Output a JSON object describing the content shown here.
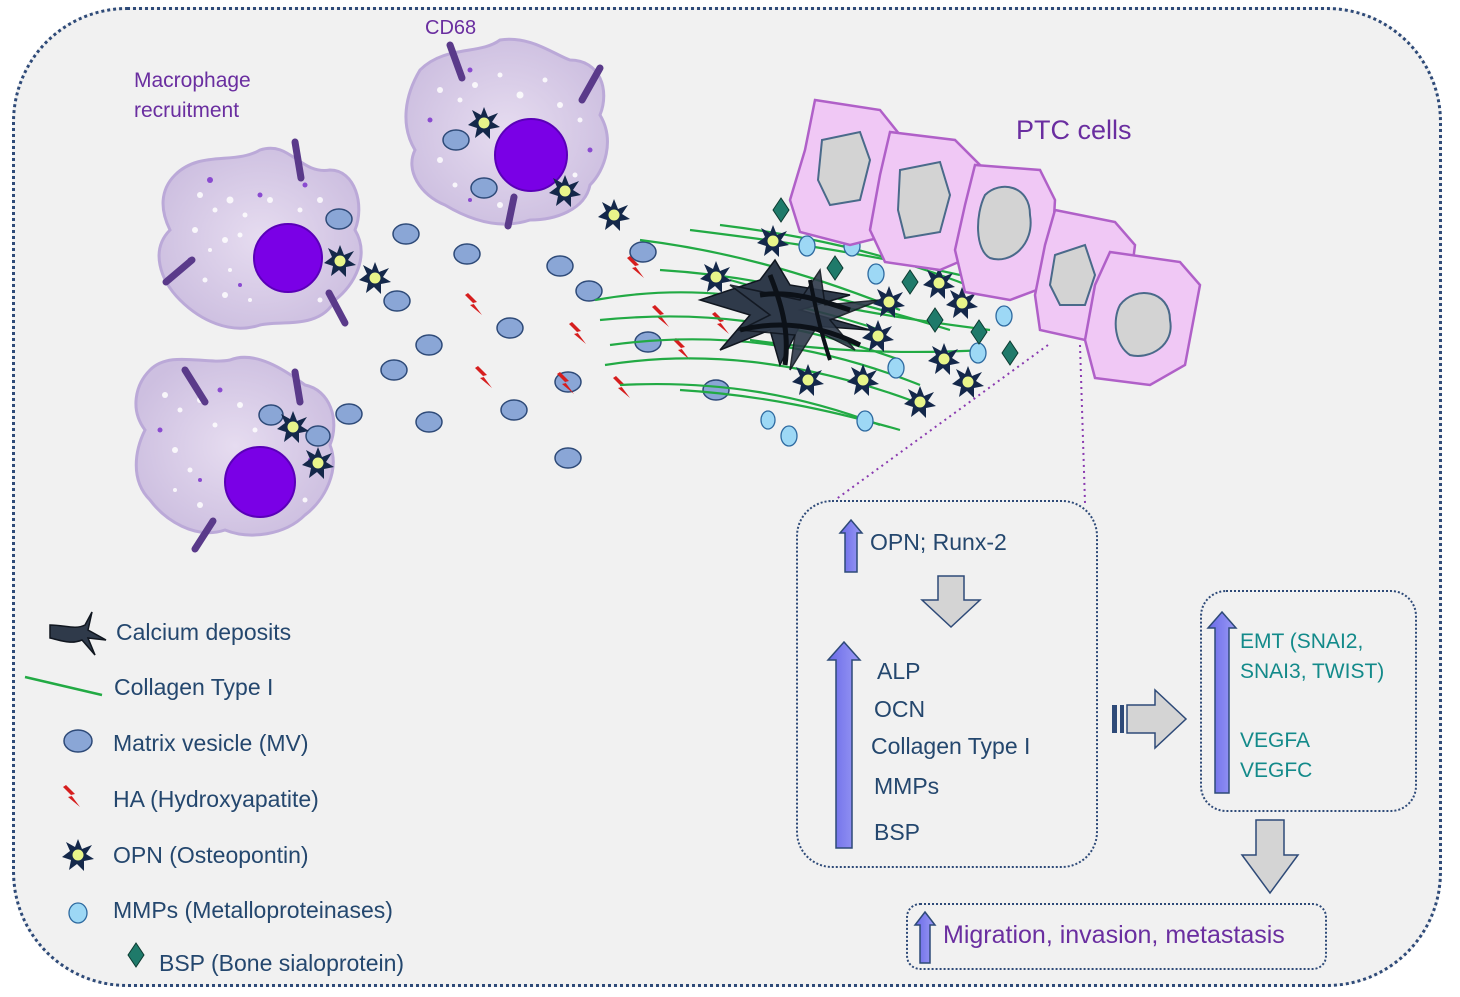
{
  "labels": {
    "macrophage_recruitment_line1": "Macrophage",
    "macrophage_recruitment_line2": "recruitment",
    "cd68": "CD68",
    "ptc_cells": "PTC cells"
  },
  "pathway_box": {
    "top": "OPN; Runx-2",
    "items": [
      "ALP",
      "OCN",
      "Collagen Type I",
      "MMPs",
      "BSP"
    ]
  },
  "emt_box": {
    "line1": "EMT (SNAI2,",
    "line2": "SNAI3, TWIST)",
    "line3": "VEGFA",
    "line4": "VEGFC"
  },
  "outcome": "Migration, invasion, metastasis",
  "legend": [
    {
      "icon": "calcium-deposit-icon",
      "label": "Calcium deposits"
    },
    {
      "icon": "collagen-line-icon",
      "label": "Collagen Type I"
    },
    {
      "icon": "matrix-vesicle-icon",
      "label": "Matrix vesicle (MV)"
    },
    {
      "icon": "hydroxyapatite-icon",
      "label": "HA (Hydroxyapatite)"
    },
    {
      "icon": "osteopontin-star-icon",
      "label": "OPN (Osteopontin)"
    },
    {
      "icon": "mmp-ellipse-icon",
      "label": "MMPs (Metalloproteinases)"
    },
    {
      "icon": "bsp-diamond-icon",
      "label": "BSP (Bone sialoprotein)"
    }
  ],
  "colors": {
    "background": "#f1f1f1",
    "frame": "#2e4a78",
    "macrophage_body": "#d6cce6",
    "nucleus": "#7a00e6",
    "receptor": "#5a3a8a",
    "vesicle": "#8aa6d6",
    "mmp": "#9dd8f5",
    "bsp": "#1f7a6a",
    "ha": "#d61e1e",
    "collagen": "#22aa44",
    "ptc_cell": "#f0c8f5",
    "arrow_blue": "#7a7af0",
    "arrow_gray": "#d4d4d4",
    "text_navy": "#24476e",
    "text_purple": "#6a2ea0",
    "text_teal": "#138a8a"
  }
}
